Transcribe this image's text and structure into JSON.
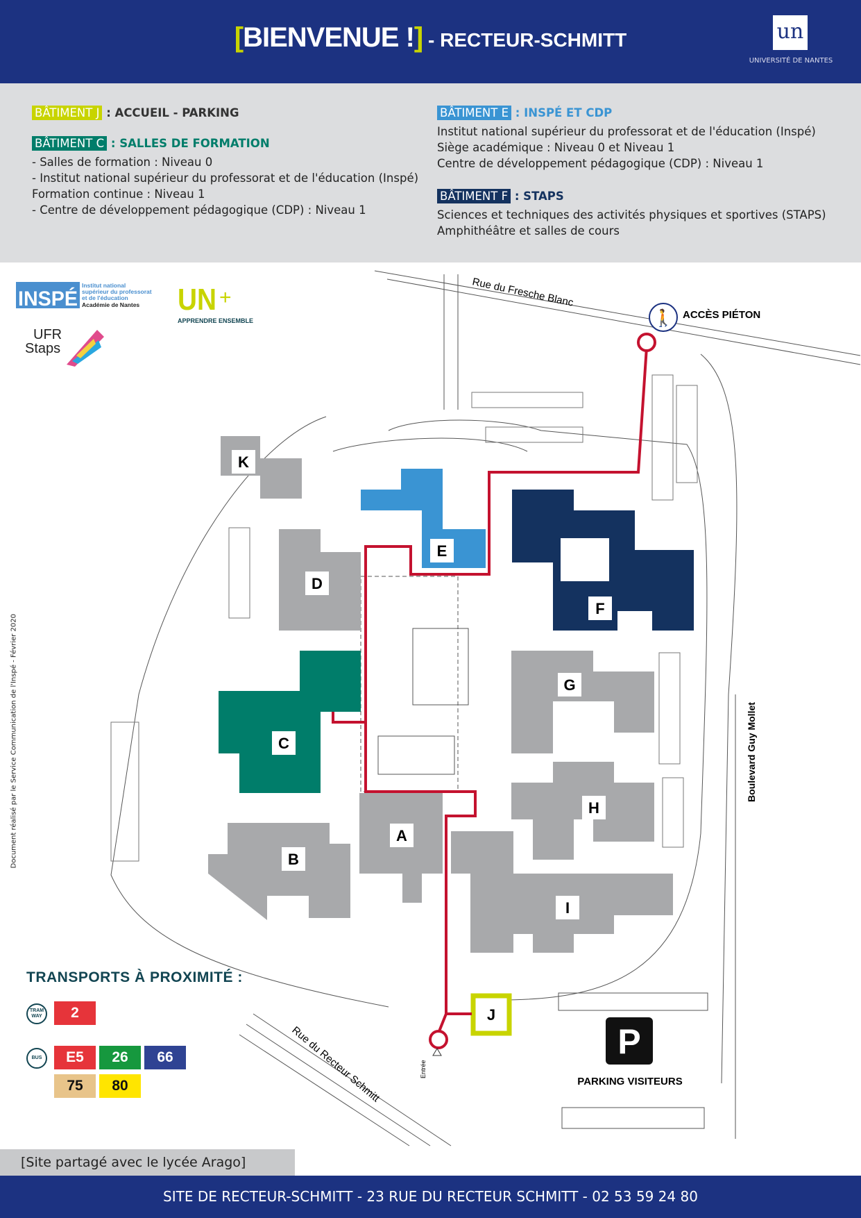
{
  "header": {
    "bracket_open": "[",
    "welcome": "BIENVENUE !",
    "bracket_close": "]",
    "site": " - RECTEUR-SCHMITT",
    "logo_glyph": "un",
    "university": "UNIVERSITÉ DE NANTES"
  },
  "info": {
    "j": {
      "tag": "BÂTIMENT J",
      "title": " : ACCUEIL - PARKING"
    },
    "c": {
      "tag": "BÂTIMENT C",
      "title": " : SALLES DE FORMATION",
      "lines": [
        "- Salles de formation : Niveau 0",
        "- Institut national supérieur du professorat et de l'éducation (Inspé)",
        "Formation continue : Niveau 1",
        "- Centre de développement pédagogique (CDP) : Niveau 1"
      ]
    },
    "e": {
      "tag": "BÂTIMENT E",
      "title": " : INSPÉ ET CDP",
      "lines": [
        "Institut national supérieur du professorat et de l'éducation (Inspé)",
        "Siège académique : Niveau 0 et Niveau 1",
        "Centre de développement  pédagogique (CDP) : Niveau 1"
      ]
    },
    "f": {
      "tag": "BÂTIMENT F",
      "title": " :  STAPS",
      "lines": [
        "Sciences et techniques des activités physiques et sportives (STAPS)",
        "Amphithéâtre et salles de cours"
      ]
    }
  },
  "logos": {
    "inspe": "INSPÉ",
    "inspe_text": [
      "Institut national",
      "supérieur du professorat",
      "et de l'éducation",
      "Académie de Nantes"
    ],
    "un": "UN",
    "un_sub": "APPRENDRE ENSEMBLE",
    "staps": [
      "UFR",
      "Staps"
    ]
  },
  "map": {
    "streets": {
      "north": "Rue du Fresche Blanc",
      "east": "Boulevard Guy Mollet",
      "south": "Rue du Recteur Schmitt"
    },
    "pedestrian": "ACCÈS PIÉTON",
    "entrance": "Entrée",
    "parking": "PARKING VISITEURS",
    "parking_symbol": "P",
    "buildings": {
      "A": "A",
      "B": "B",
      "C": "C",
      "D": "D",
      "E": "E",
      "F": "F",
      "G": "G",
      "H": "H",
      "I": "I",
      "J": "J",
      "K": "K"
    },
    "colors": {
      "route": "#c4122f",
      "E": "#3a94d3",
      "F": "#14325f",
      "C": "#007d6a",
      "gray": "#a8a9ab",
      "J": "#c8d400"
    }
  },
  "transports": {
    "title": "TRANSPORTS À PROXIMITÉ :",
    "tram_label": "TRAM WAY",
    "bus_label": "BUS",
    "tram": [
      {
        "line": "2",
        "color": "#e6343a"
      }
    ],
    "bus": [
      {
        "line": "E5",
        "color": "#e6343a"
      },
      {
        "line": "26",
        "color": "#16983e"
      },
      {
        "line": "66",
        "color": "#2f4393"
      },
      {
        "line": "75",
        "color": "#e8c48a"
      },
      {
        "line": "80",
        "color": "#ffe500"
      }
    ]
  },
  "credit": "Document réalisé par le Service Communication de l'Inspé - Février 2020",
  "arago": "[Site partagé avec le lycée Arago]",
  "footer": "SITE DE RECTEUR-SCHMITT - 23 RUE DU RECTEUR SCHMITT - 02 53 59 24 80"
}
